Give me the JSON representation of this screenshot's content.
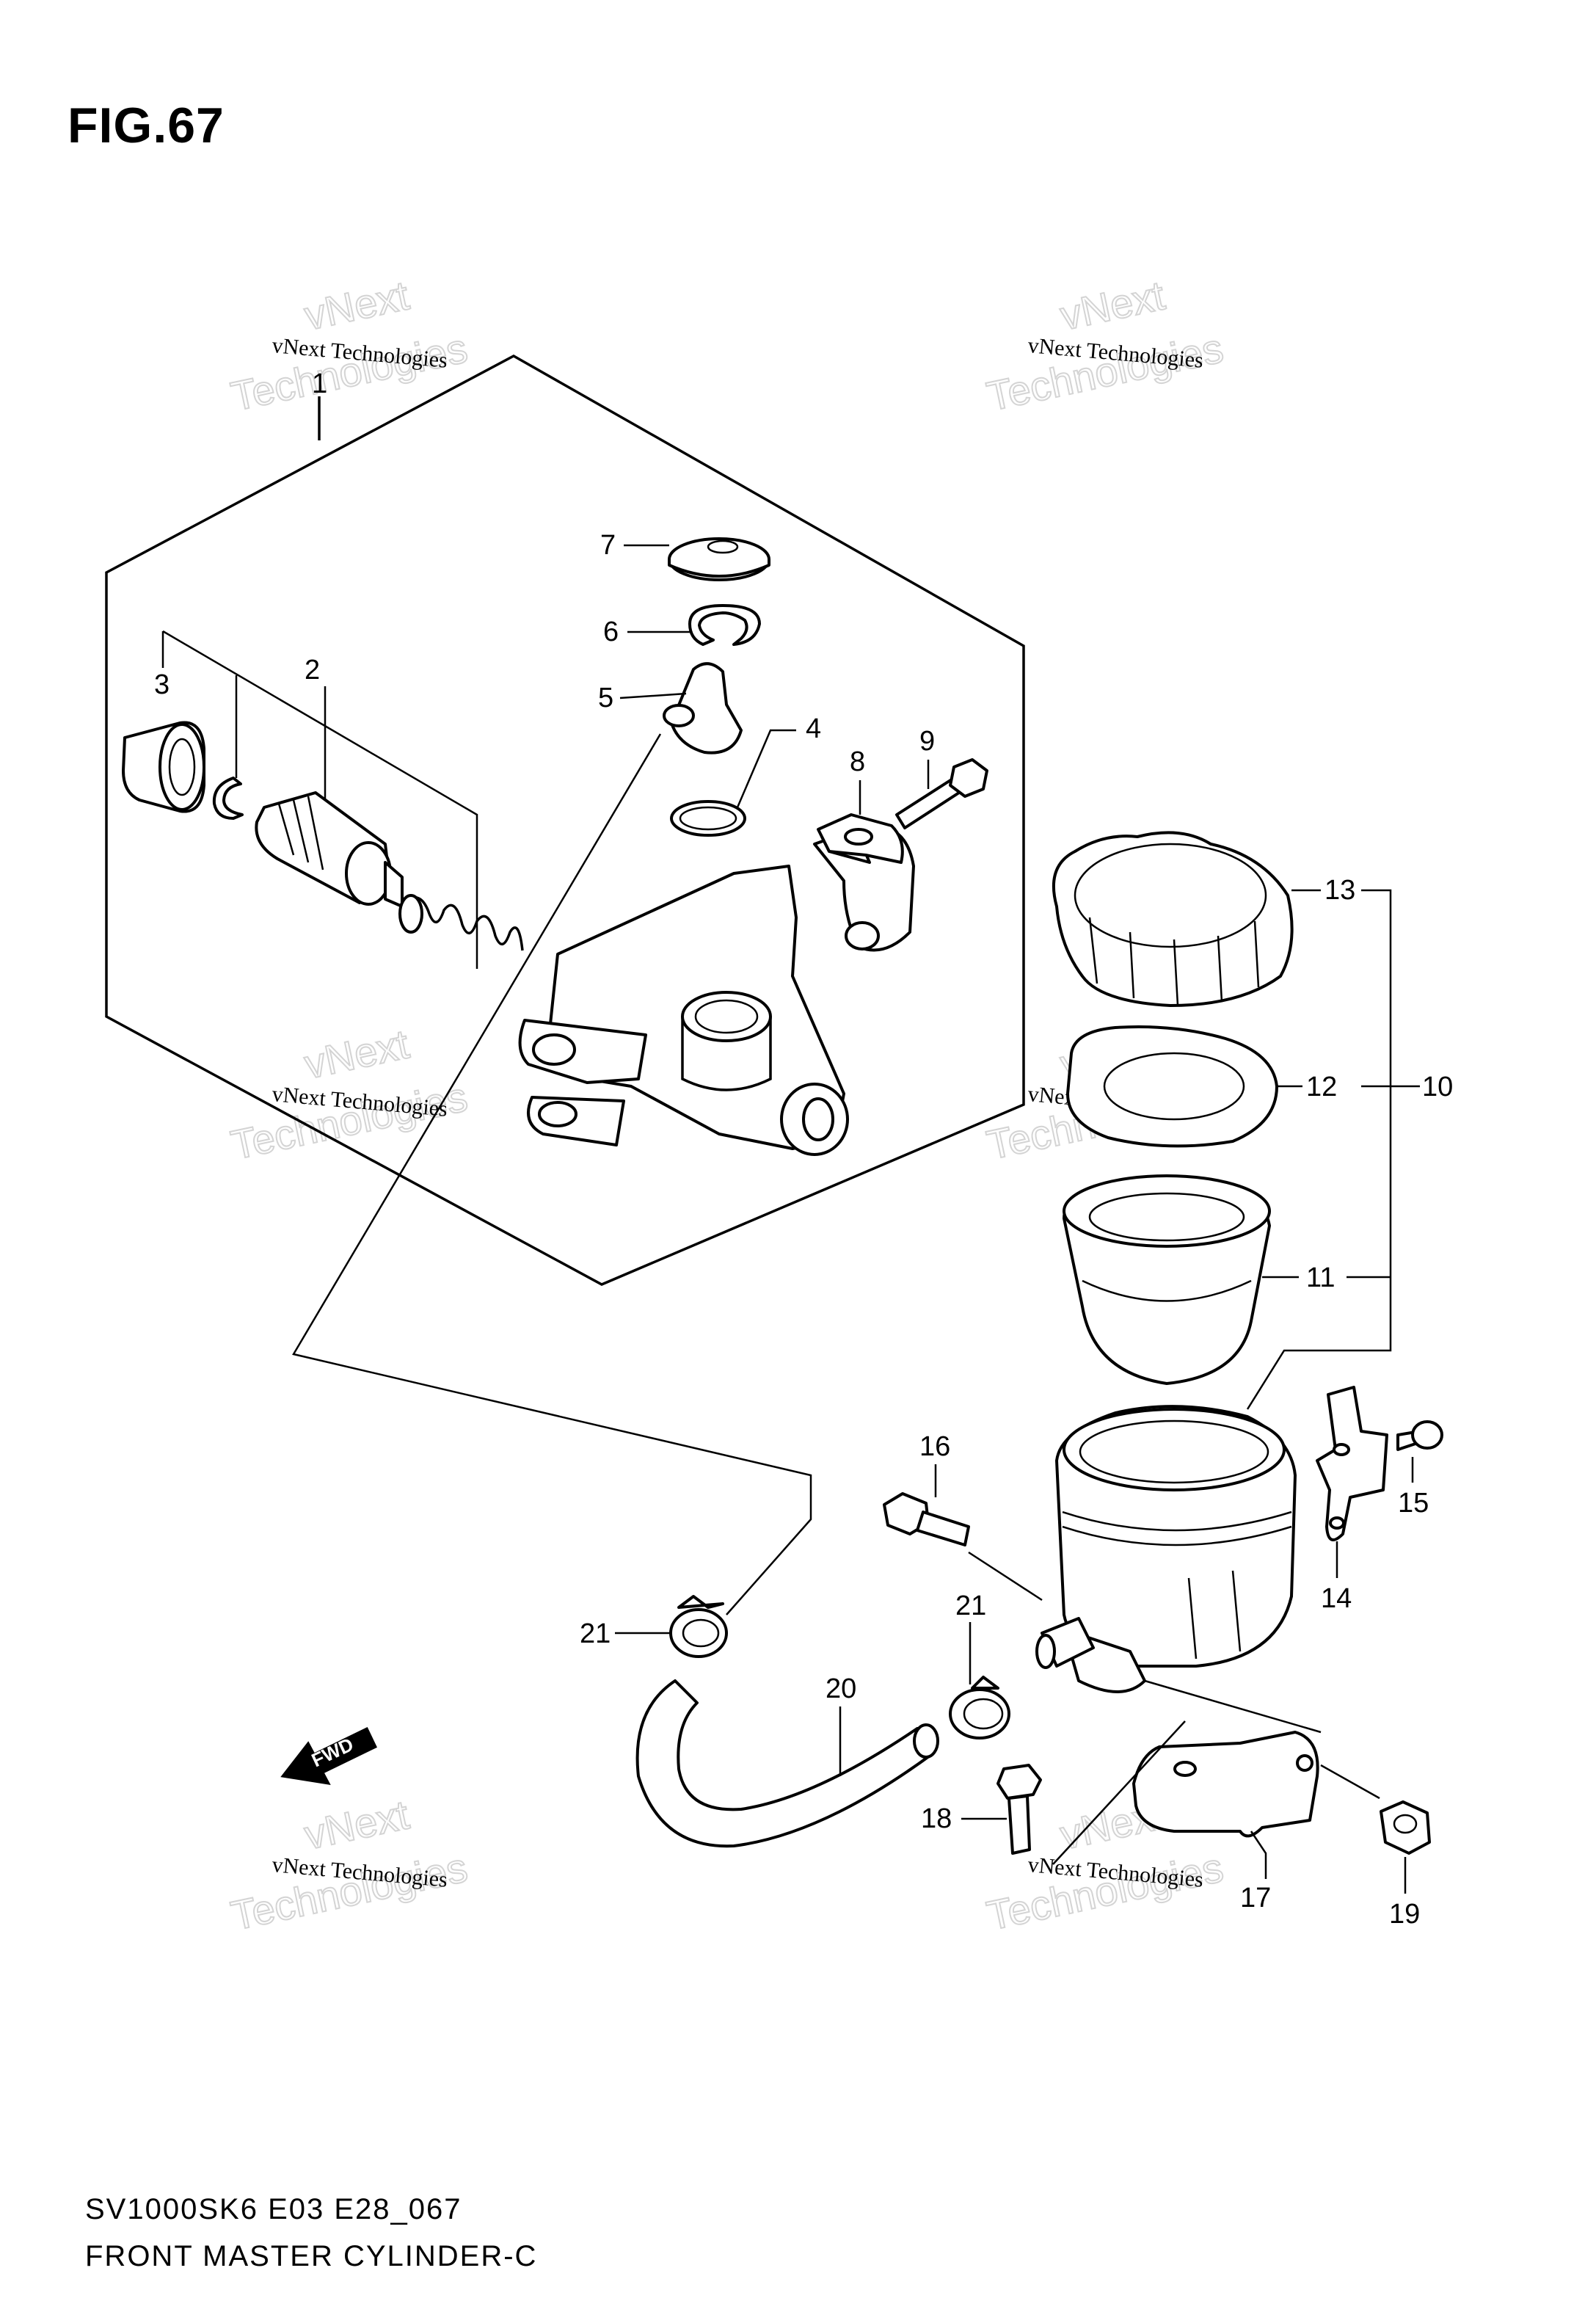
{
  "figure_title": "FIG.67",
  "footer": {
    "model_code": "SV1000SK6 E03 E28_067",
    "diagram_name": "FRONT MASTER CYLINDER-C"
  },
  "watermark": {
    "line1": "vNext Technologies",
    "line2": "vNext",
    "line3": "Technologies"
  },
  "direction_marker": "FWD",
  "callouts": {
    "c1": "1",
    "c2": "2",
    "c3": "3",
    "c4": "4",
    "c5": "5",
    "c6": "6",
    "c7": "7",
    "c8": "8",
    "c9": "9",
    "c10": "10",
    "c11": "11",
    "c12": "12",
    "c13": "13",
    "c14": "14",
    "c15": "15",
    "c16": "16",
    "c17": "17",
    "c18": "18",
    "c19": "19",
    "c20": "20",
    "c21a": "21",
    "c21b": "21"
  }
}
